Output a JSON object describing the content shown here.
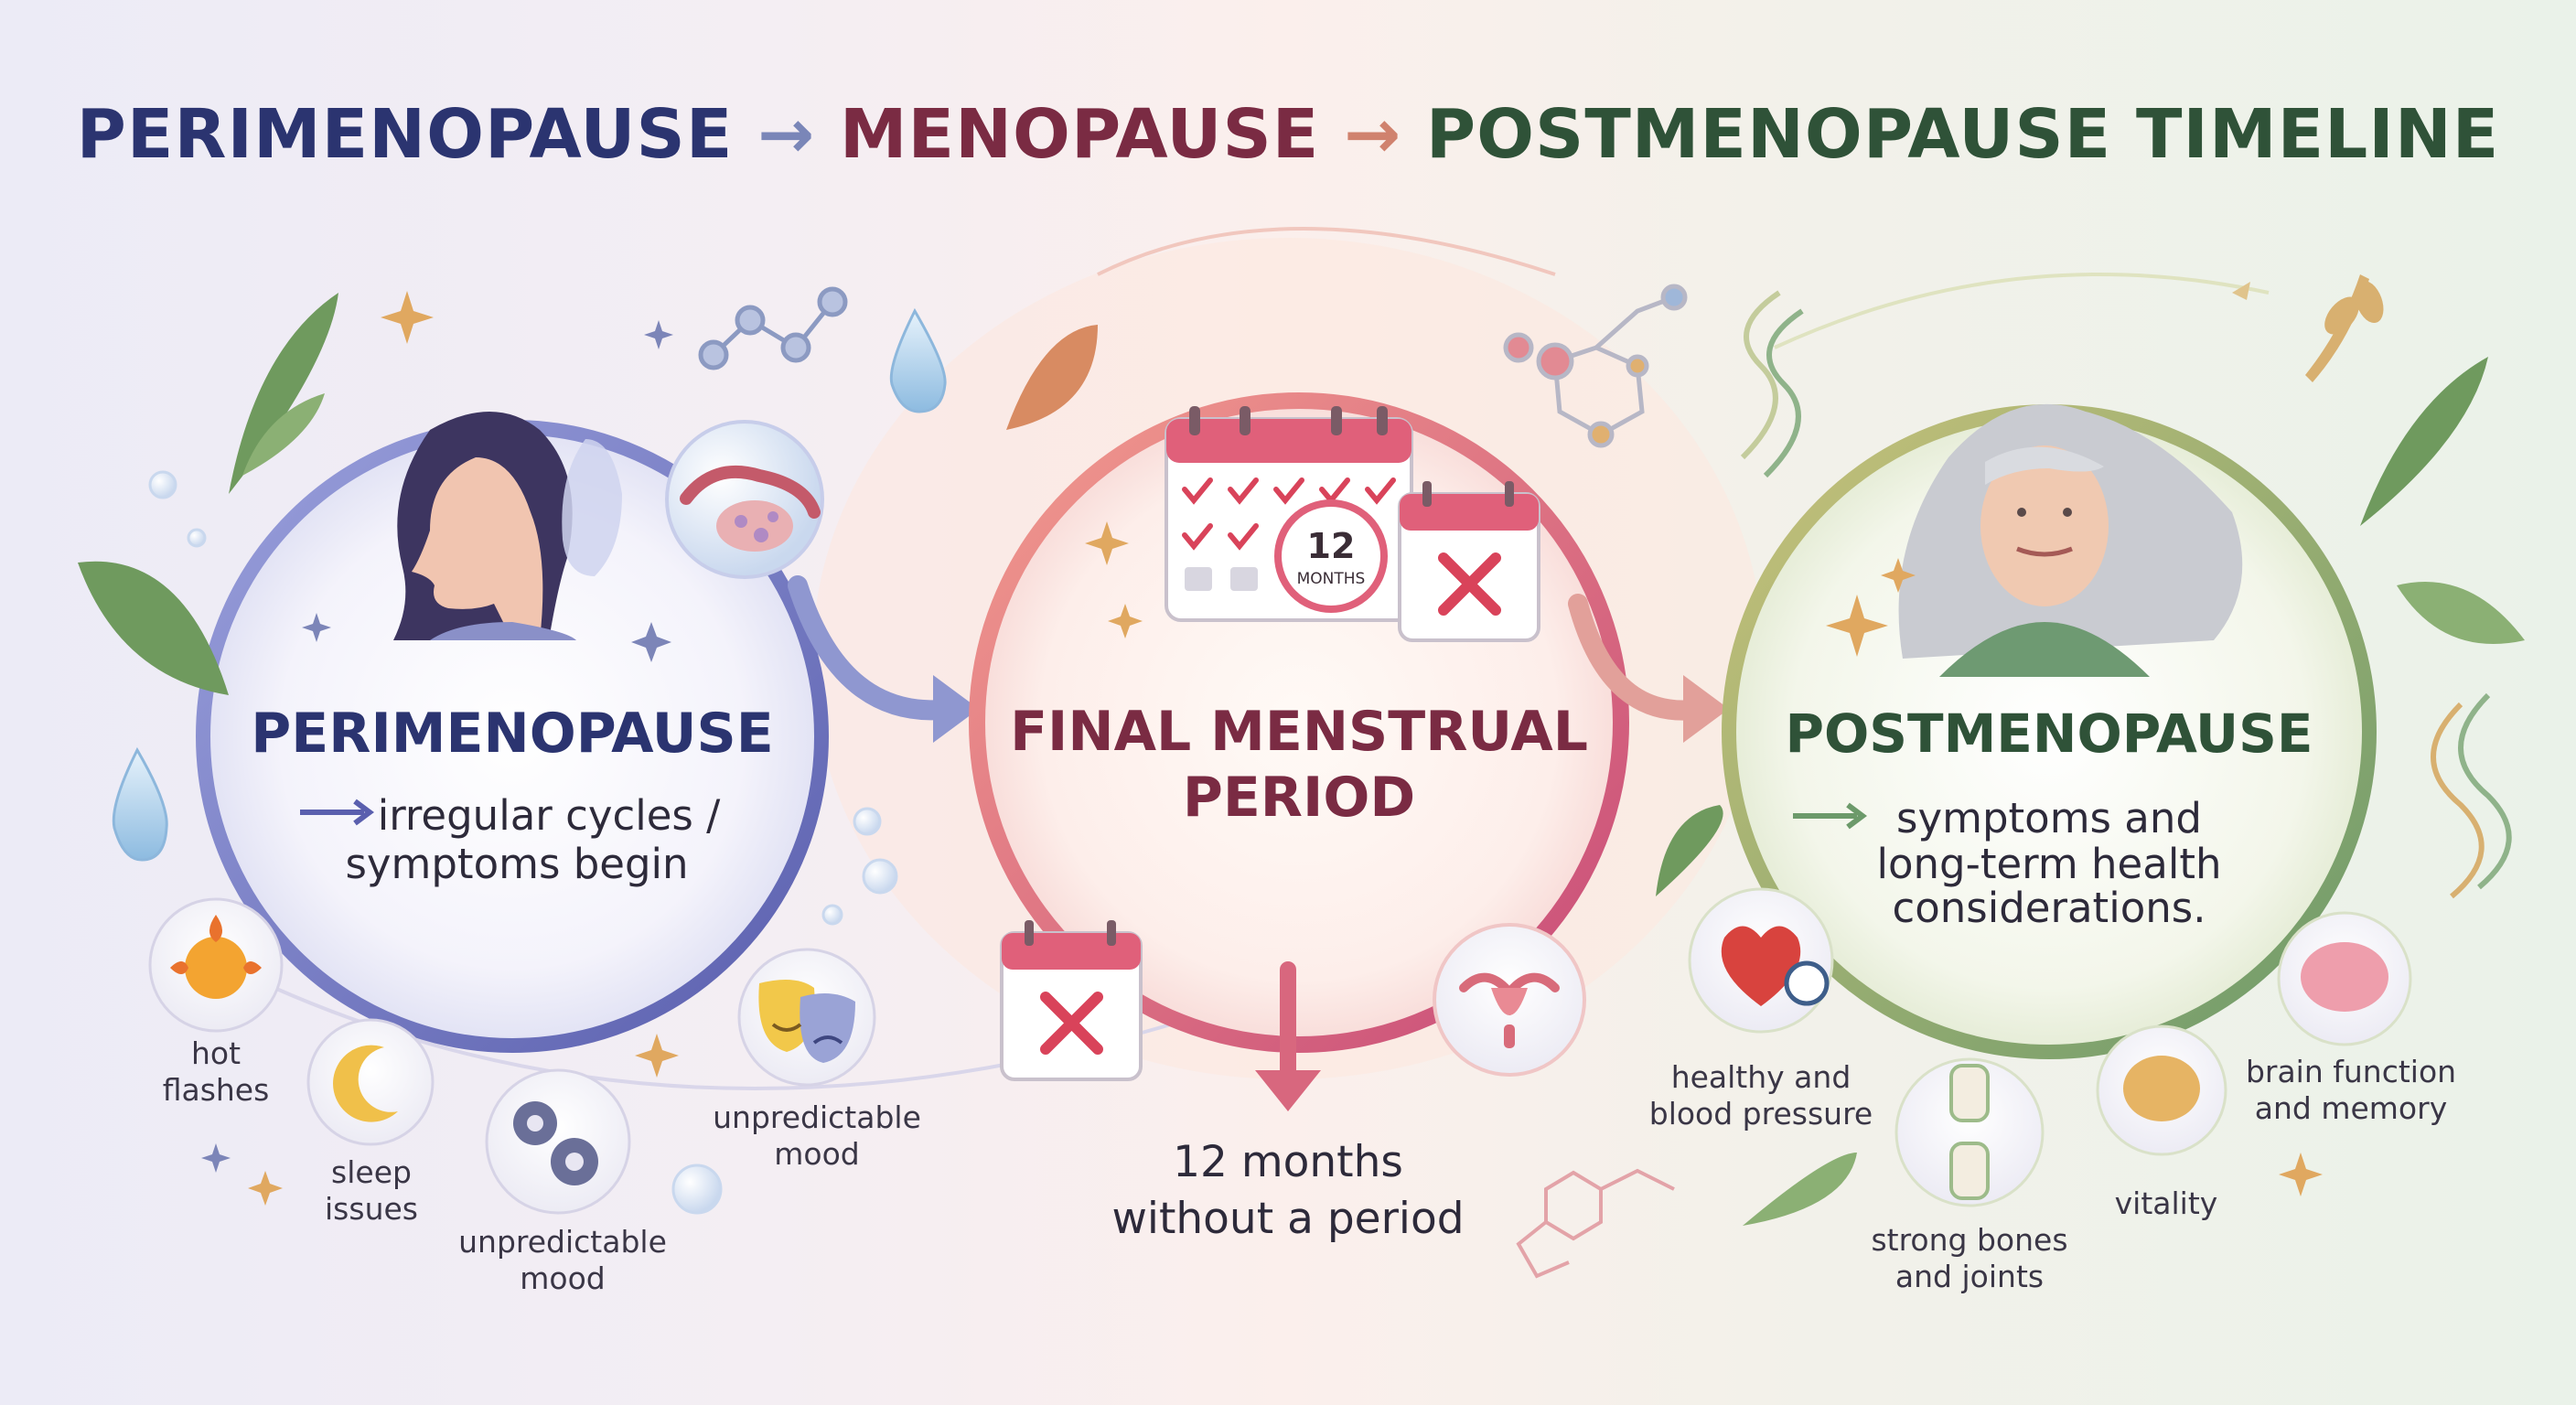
{
  "title": {
    "part1": "PERIMENOPAUSE",
    "part2": "MENOPAUSE",
    "part3": "POSTMENOPAUSE TIMELINE",
    "arrow_glyph": "→"
  },
  "stages": {
    "perimenopause": {
      "title": "PERIMENOPAUSE",
      "desc_line1": "irregular cycles /",
      "desc_line2": "symptoms begin",
      "color": "#2b3470"
    },
    "menopause": {
      "title_line1": "FINAL MENSTRUAL",
      "title_line2": "PERIOD",
      "calendar_number": "12",
      "calendar_unit": "MONTHS",
      "below_line1": "12 months",
      "below_line2": "without a period",
      "color": "#7a2b43"
    },
    "postmenopause": {
      "title": "POSTMENOPAUSE",
      "desc_line1": "symptoms and",
      "desc_line2": "long-term health",
      "desc_line3": "considerations.",
      "color": "#2f5238"
    }
  },
  "symptoms": [
    {
      "icon": "sun-icon",
      "line1": "hot",
      "line2": "flashes"
    },
    {
      "icon": "moon-icon",
      "line1": "sleep",
      "line2": "issues"
    },
    {
      "icon": "gears-icon",
      "line1": "unpredictable",
      "line2": "mood"
    },
    {
      "icon": "theater-masks-icon",
      "line1": "unpredictable",
      "line2": "mood"
    }
  ],
  "health": [
    {
      "icon": "heart-icon",
      "line1": "healthy and",
      "line2": "blood pressure"
    },
    {
      "icon": "joint-icon",
      "line1": "strong bones",
      "line2": "and joints"
    },
    {
      "icon": "brain-icon",
      "line1": "vitality",
      "line2": ""
    },
    {
      "icon": "brain-icon",
      "line1": "brain function",
      "line2": "and memory"
    }
  ],
  "colors": {
    "peri_ring": "#7c80c4",
    "meno_ring": "#e0697a",
    "post_ring": "#a8b86a",
    "leaf": "#6f9a5e",
    "sparkle": "#e0a860",
    "droplet": "#9cc4e4"
  }
}
